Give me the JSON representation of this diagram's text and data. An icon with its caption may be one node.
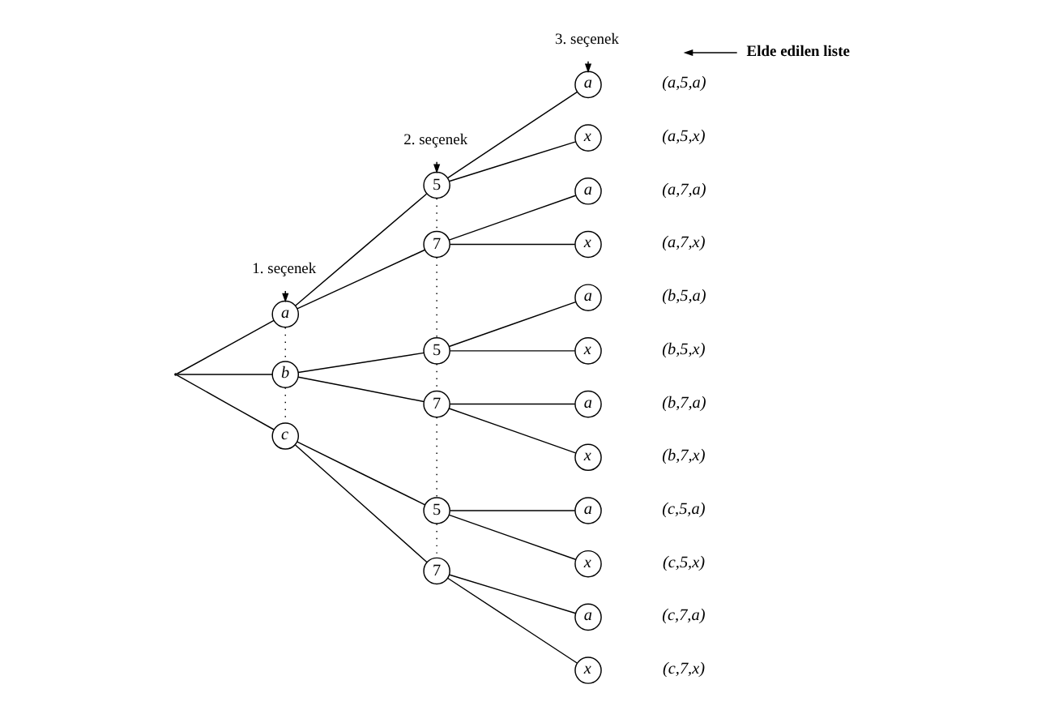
{
  "diagram": {
    "nodes": [
      {
        "text": [],
        "shape": "point"
      },
      {
        "text": [
          "a"
        ]
      },
      {
        "text": [
          "b"
        ]
      },
      {
        "text": [
          "c"
        ]
      },
      {
        "text": [
          "5"
        ]
      },
      {
        "text": [
          "7"
        ]
      },
      {
        "text": [
          "5"
        ]
      },
      {
        "text": [
          "7"
        ]
      },
      {
        "text": [
          "5"
        ]
      },
      {
        "text": [
          "7"
        ]
      },
      {
        "text": [
          "a"
        ],
        "beside": [
          "(a,5,a)"
        ]
      },
      {
        "text": [
          "x"
        ],
        "beside": [
          "(a,5,x)"
        ]
      },
      {
        "text": [
          "a"
        ],
        "beside": [
          "(a,7,a)"
        ]
      },
      {
        "text": [
          "x"
        ],
        "beside": [
          "(a,7,x)"
        ]
      },
      {
        "text": [
          "a"
        ],
        "beside": [
          "(b,5,a)"
        ]
      },
      {
        "text": [
          "x"
        ],
        "beside": [
          "(b,5,x)"
        ]
      },
      {
        "text": [
          "a"
        ],
        "beside": [
          "(b,7,a)"
        ]
      },
      {
        "text": [
          "x"
        ],
        "beside": [
          "(b,7,x)"
        ]
      },
      {
        "text": [
          "a"
        ],
        "beside": [
          "(c,5,a)"
        ]
      },
      {
        "text": [
          "x"
        ],
        "beside": [
          "(c,5,x)"
        ]
      },
      {
        "text": [
          "a"
        ],
        "beside": [
          "(c,7,a)"
        ]
      },
      {
        "text": [
          "x"
        ],
        "beside": [
          "(c,7,x)"
        ]
      },
      {
        "text": [
          "1. seçenek"
        ]
      },
      {
        "text": [
          "2. seçenek"
        ]
      },
      {
        "text": [
          "3. seçenek"
        ]
      },
      {
        "text": [
          "Elde edilen liste"
        ]
      }
    ],
    "edges": [
      {
        "from": 0,
        "to": 1,
        "arrow": "none"
      },
      {
        "from": 0,
        "to": 2,
        "arrow": "none"
      },
      {
        "from": 0,
        "to": 3,
        "arrow": "none"
      },
      {
        "from": 1,
        "to": 4,
        "arrow": "none"
      },
      {
        "from": 1,
        "to": 5,
        "arrow": "none"
      },
      {
        "from": 2,
        "to": 6,
        "arrow": "none"
      },
      {
        "from": 2,
        "to": 7,
        "arrow": "none"
      },
      {
        "from": 3,
        "to": 8,
        "arrow": "none"
      },
      {
        "from": 3,
        "to": 9,
        "arrow": "none"
      },
      {
        "from": 4,
        "to": 10,
        "arrow": "none"
      },
      {
        "from": 4,
        "to": 11,
        "arrow": "none"
      },
      {
        "from": 5,
        "to": 12,
        "arrow": "none"
      },
      {
        "from": 5,
        "to": 13,
        "arrow": "none"
      },
      {
        "from": 6,
        "to": 14,
        "arrow": "none"
      },
      {
        "from": 6,
        "to": 15,
        "arrow": "none"
      },
      {
        "from": 7,
        "to": 16,
        "arrow": "none"
      },
      {
        "from": 7,
        "to": 17,
        "arrow": "none"
      },
      {
        "from": 8,
        "to": 18,
        "arrow": "none"
      },
      {
        "from": 8,
        "to": 19,
        "arrow": "none"
      },
      {
        "from": 9,
        "to": 20,
        "arrow": "none"
      },
      {
        "from": 9,
        "to": 21,
        "arrow": "none"
      },
      {
        "from": 1,
        "to": 2,
        "arrow": "none",
        "style": "dashed"
      },
      {
        "from": 2,
        "to": 3,
        "arrow": "none",
        "style": "dashed"
      },
      {
        "from": 4,
        "to": 5,
        "arrow": "none",
        "style": "dashed"
      },
      {
        "from": 5,
        "to": 6,
        "arrow": "none",
        "style": "dashed"
      },
      {
        "from": 6,
        "to": 7,
        "arrow": "none",
        "style": "dashed"
      },
      {
        "from": 7,
        "to": 8,
        "arrow": "none",
        "style": "dashed"
      },
      {
        "from": 8,
        "to": 9,
        "arrow": "none",
        "style": "dashed"
      },
      {
        "from": 22,
        "to": 1,
        "arrow": "to"
      },
      {
        "from": 23,
        "to": 4,
        "arrow": "to"
      },
      {
        "from": 24,
        "to": 10,
        "arrow": "to"
      },
      {
        "from": 25,
        "to": null,
        "arrow": "to"
      }
    ]
  }
}
